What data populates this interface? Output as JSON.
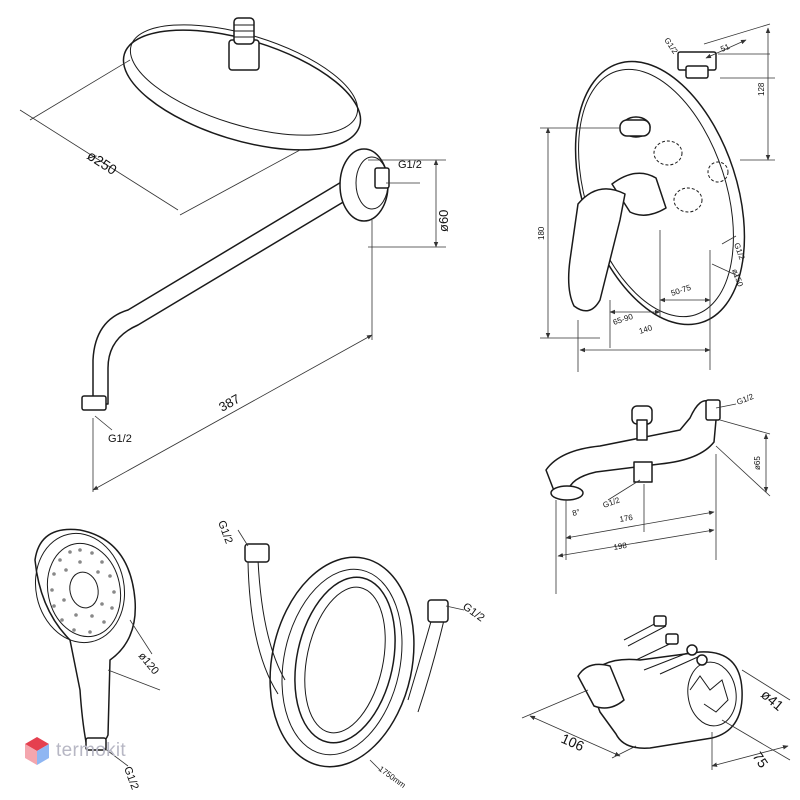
{
  "shower_head": {
    "diameter": "ø250"
  },
  "shower_arm": {
    "thread_top": "G1/2",
    "flange_diameter": "ø60",
    "length": "387",
    "thread_bottom": "G1/2"
  },
  "mixer": {
    "thread_top": "G1/2",
    "depth": "51",
    "height_top": "128",
    "height": "180",
    "thread_side": "G1/2",
    "plate_diameter": "ø150",
    "dim_range_1": "65-90",
    "dim_range_2": "50-75",
    "width": "140"
  },
  "spout": {
    "thread": "G1/2",
    "diameter": "ø65",
    "thread_bottom": "G1/2",
    "angle": "8°",
    "length_1": "176",
    "length_2": "198"
  },
  "hand_shower": {
    "diameter": "ø120",
    "thread": "G1/2"
  },
  "hose": {
    "thread_left": "G1/2",
    "thread_right": "G1/2",
    "length": "1750mm"
  },
  "holder": {
    "diameter": "ø41",
    "length": "106",
    "width": "75"
  },
  "logo": {
    "text": "termokit"
  }
}
